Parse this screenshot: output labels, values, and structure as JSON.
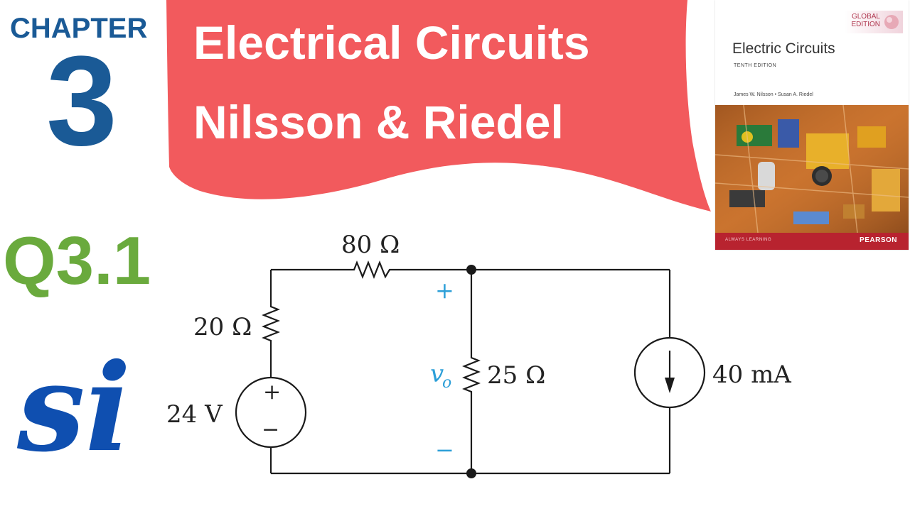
{
  "header": {
    "chapter_label": "CHAPTER",
    "chapter_number": "3",
    "question_id": "Q3.1",
    "logo_text": "si"
  },
  "banner": {
    "title": "Electrical Circuits",
    "subtitle": "Nilsson & Riedel",
    "color": "#f25a5d"
  },
  "book": {
    "badge": "GLOBAL EDITION",
    "title": "Electric Circuits",
    "edition": "TENTH EDITION",
    "authors": "James W. Nilsson • Susan A. Riedel",
    "tagline": "ALWAYS LEARNING",
    "publisher": "PEARSON",
    "footer_color": "#b8232f"
  },
  "circuit": {
    "r_top": "80 Ω",
    "r_left": "20 Ω",
    "source_voltage": "24 V",
    "source_plus": "+",
    "source_minus": "−",
    "r_middle": "25 Ω",
    "vo_label": "v",
    "vo_subscript": "o",
    "vo_plus": "+",
    "vo_minus": "−",
    "current_source": "40 mA",
    "wire_color": "#1a1a1a",
    "annotation_color": "#2d9fd8"
  }
}
